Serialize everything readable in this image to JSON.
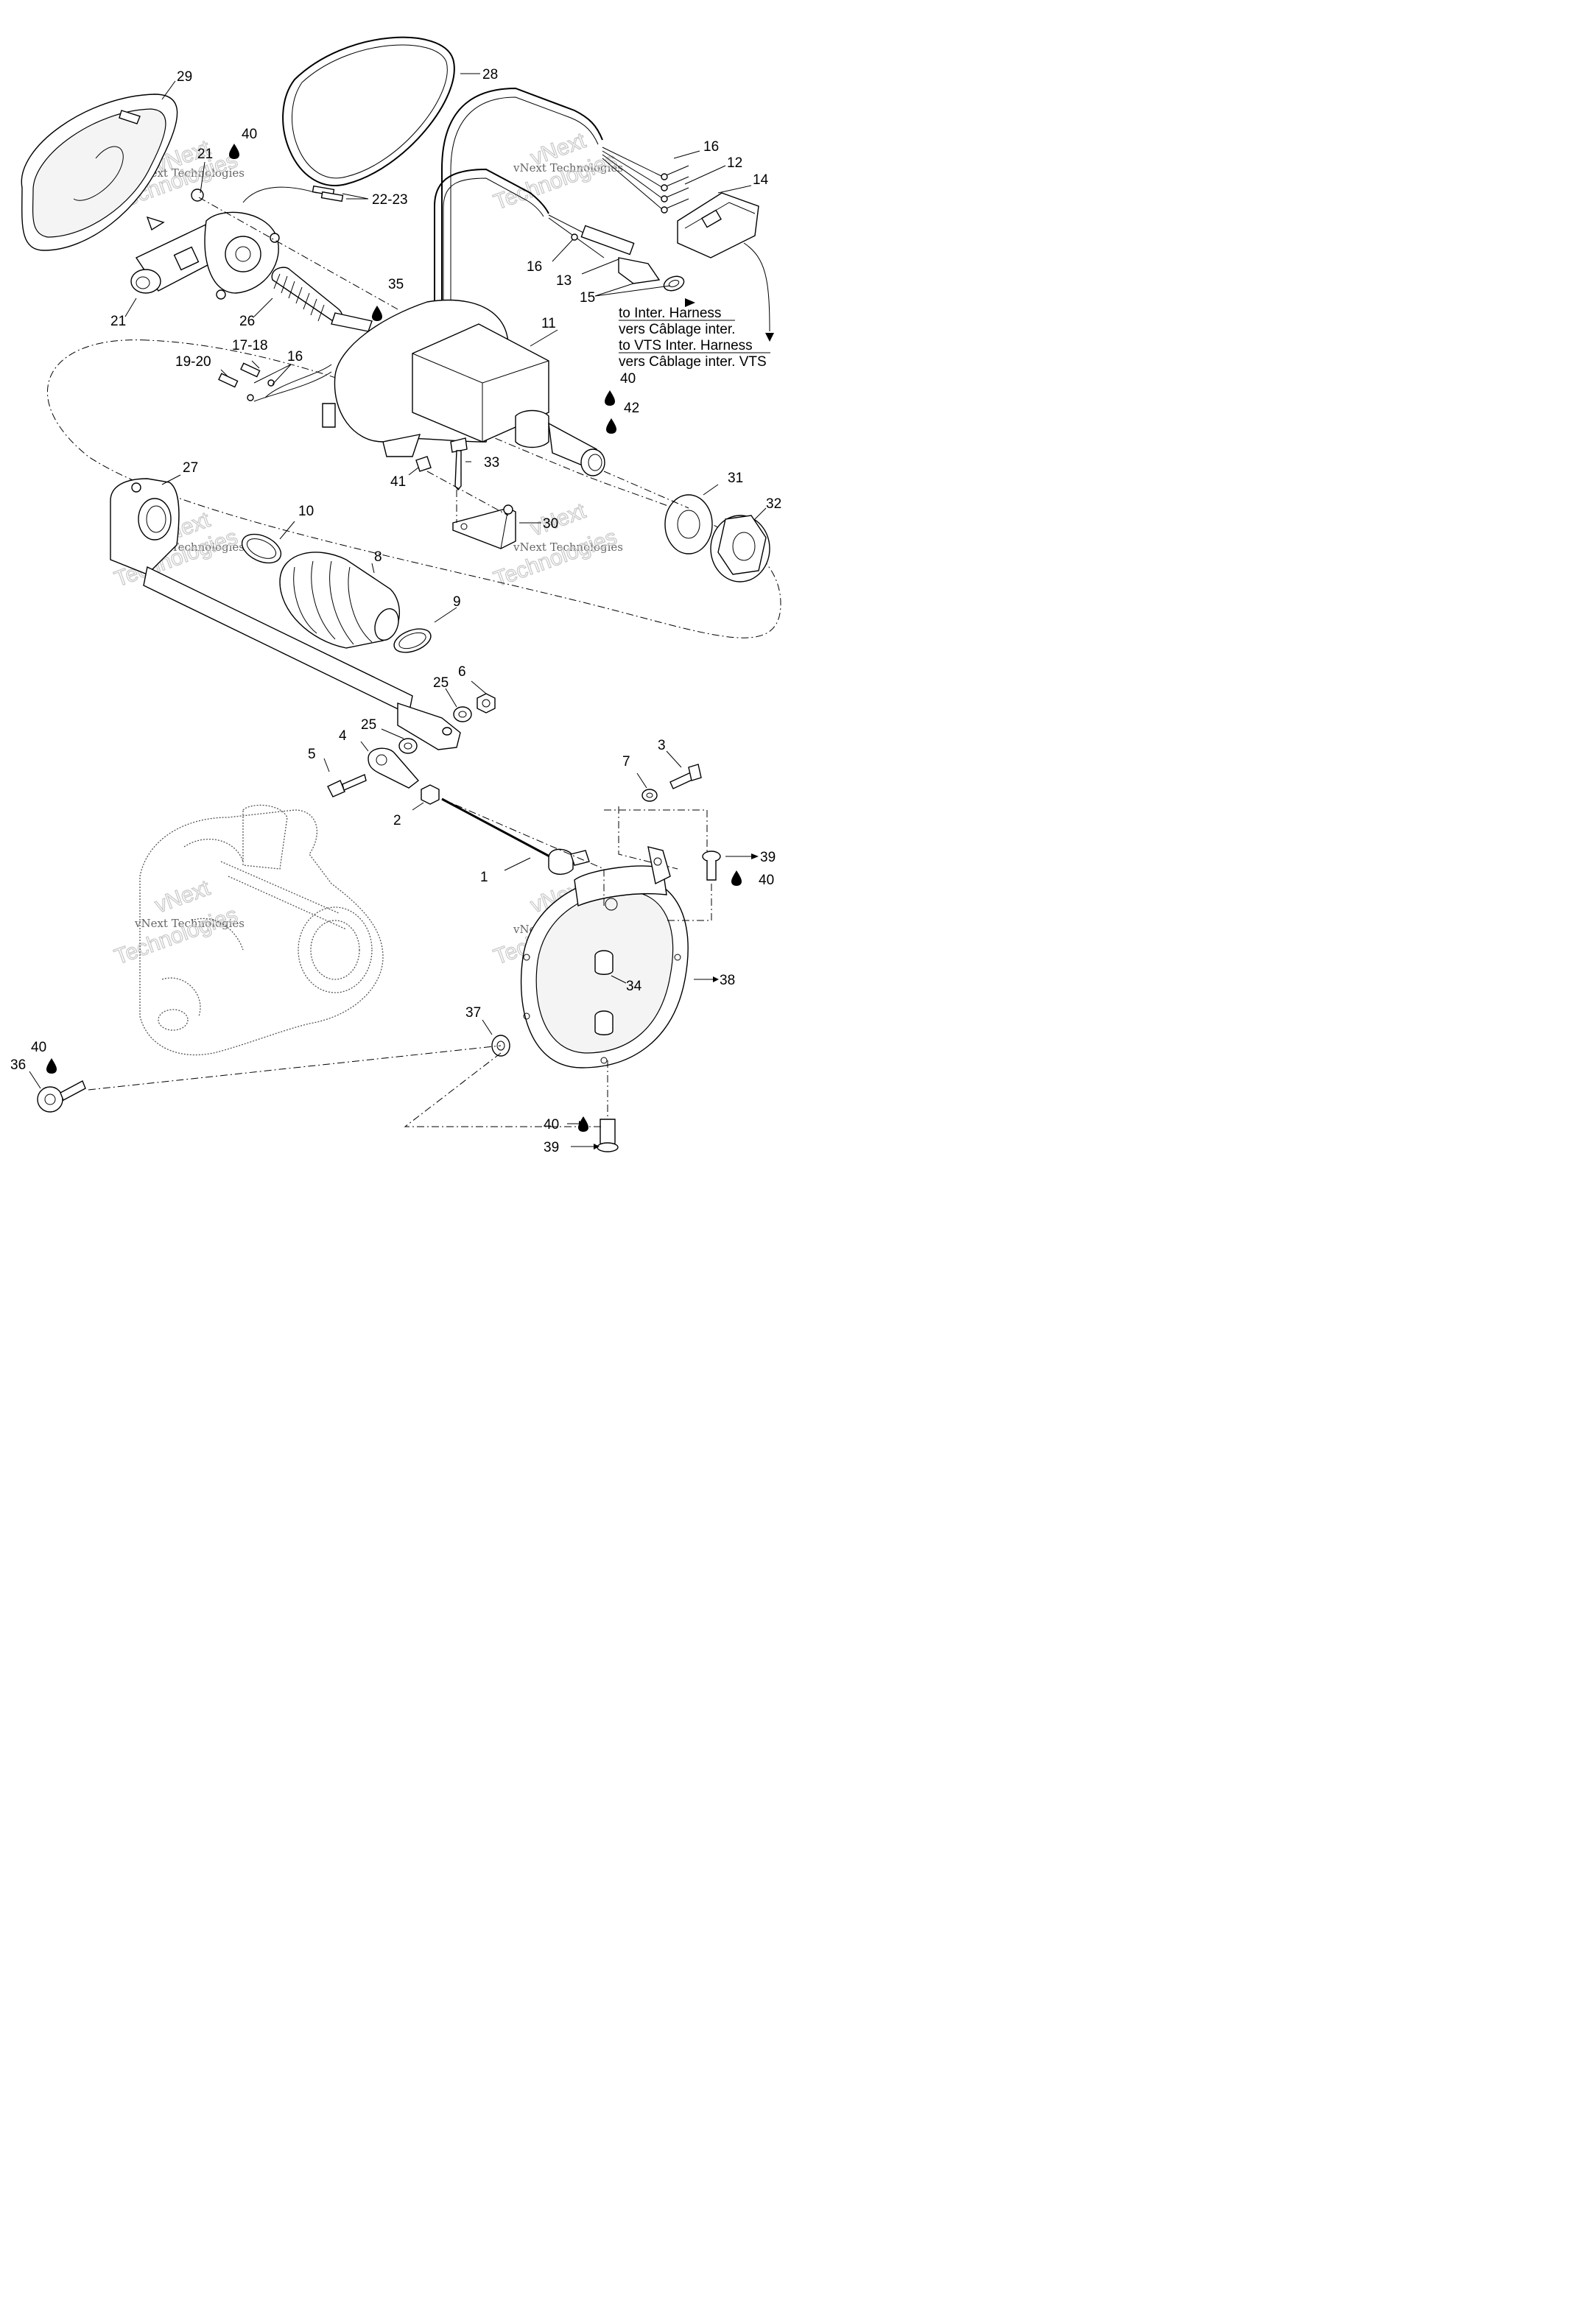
{
  "watermark": {
    "line1": "vNext Technologies",
    "line2": "vNext",
    "line3": "Technologies"
  },
  "notes": {
    "to_inter_harness": "to Inter. Harness",
    "vers_cablage_inter": "vers Câblage inter.",
    "to_vts_inter_harness": "to VTS Inter. Harness",
    "vers_cablage_inter_vts": "vers Câblage inter. VTS"
  },
  "callouts": {
    "p1": "1",
    "p2": "2",
    "p3": "3",
    "p4": "4",
    "p5": "5",
    "p6": "6",
    "p7": "7",
    "p8": "8",
    "p9": "9",
    "p10": "10",
    "p11": "11",
    "p12": "12",
    "p13": "13",
    "p14": "14",
    "p15": "15",
    "p16a": "16",
    "p16b": "16",
    "p16c": "16",
    "p17_18": "17-18",
    "p19_20": "19-20",
    "p21a": "21",
    "p21b": "21",
    "p22_23": "22-23",
    "p25a": "25",
    "p25b": "25",
    "p26": "26",
    "p27": "27",
    "p28": "28",
    "p29": "29",
    "p30": "30",
    "p31": "31",
    "p32": "32",
    "p33": "33",
    "p34": "34",
    "p35": "35",
    "p36": "36",
    "p37": "37",
    "p38": "38",
    "p39a": "39",
    "p39b": "39",
    "p40a": "40",
    "p40b": "40",
    "p40c": "40",
    "p40d": "40",
    "p40e": "40",
    "p41": "41",
    "p42": "42"
  },
  "icons": [
    "lubricant-drop-icon",
    "arrow-icon"
  ]
}
